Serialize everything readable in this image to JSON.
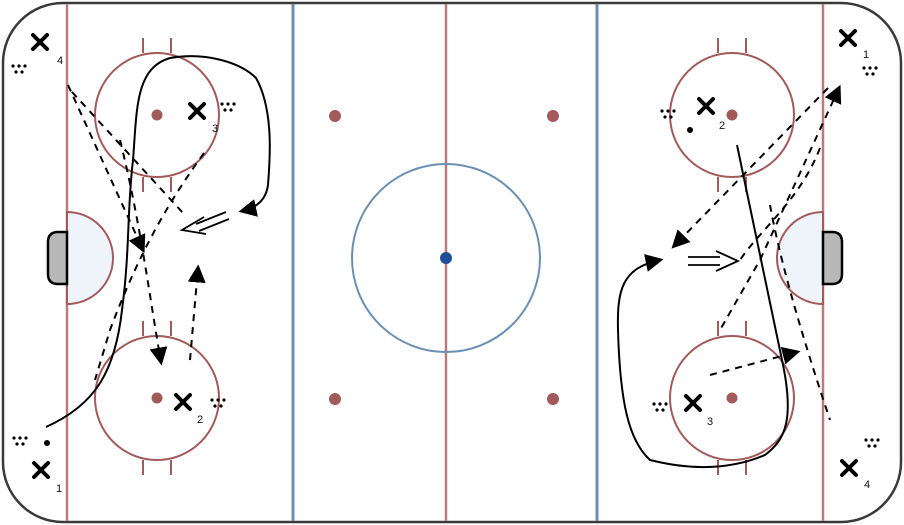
{
  "colors": {
    "board": "#3a3a3a",
    "red_line": "#b97b7b",
    "blue_line": "#6b8fb3",
    "faceoff": "#a25a5a",
    "crease_fill": "#eef4fa",
    "net_fill": "#b8b8b8",
    "center_dot": "#1f4f99",
    "path": "#000000"
  },
  "players": [
    {
      "id": "p4L",
      "label": "4",
      "icon": "x-player-icon"
    },
    {
      "id": "p3L",
      "label": "3",
      "icon": "x-player-icon"
    },
    {
      "id": "p2L",
      "label": "2",
      "icon": "x-player-icon"
    },
    {
      "id": "p1L",
      "label": "1",
      "icon": "x-player-icon"
    },
    {
      "id": "p1R",
      "label": "1",
      "icon": "x-player-icon"
    },
    {
      "id": "p2R",
      "label": "2",
      "icon": "x-player-icon"
    },
    {
      "id": "p3R",
      "label": "3",
      "icon": "x-player-icon"
    },
    {
      "id": "p4R",
      "label": "4",
      "icon": "x-player-icon"
    }
  ],
  "icons": [
    "x-player-icon",
    "puck-pile-icon",
    "puck-icon",
    "double-arrow-icon",
    "arrowhead-icon"
  ]
}
